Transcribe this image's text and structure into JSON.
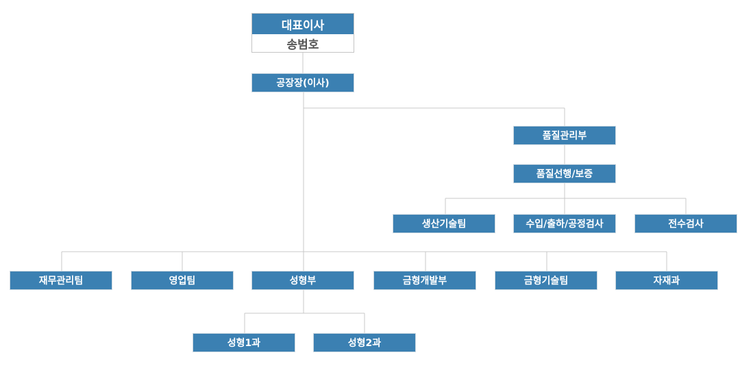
{
  "ceo": {
    "title": "대표이사",
    "name": "송범호"
  },
  "plant_manager": "공장장(이사)",
  "quality": {
    "head": "품질관리부",
    "sub": "품질선행/보증",
    "teams": [
      "생산기술팀",
      "수입/출하/공정검사",
      "전수검사"
    ]
  },
  "departments": [
    "재무관리팀",
    "영업팀",
    "성형부",
    "금형개발부",
    "금형기술팀",
    "자재과"
  ],
  "molding": {
    "sections": [
      "성형1과",
      "성형2과"
    ]
  },
  "colors": {
    "box_fill": "#3b80b2",
    "box_text": "#ffffff",
    "line": "#c8c8c8",
    "name_text": "#555555"
  }
}
